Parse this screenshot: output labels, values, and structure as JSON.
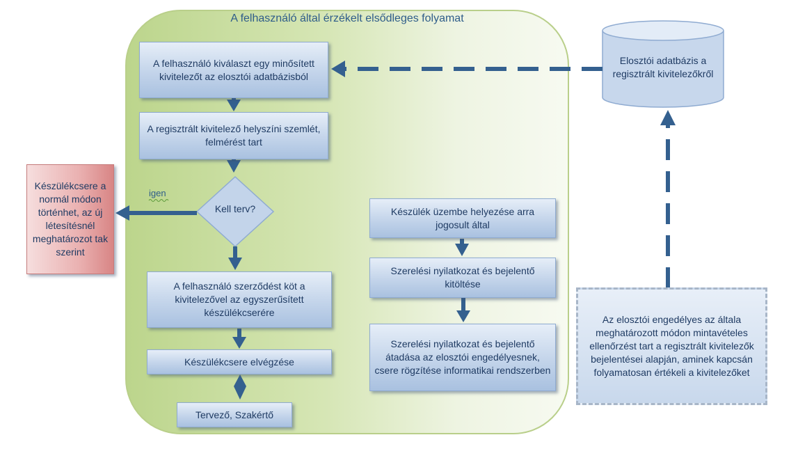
{
  "diagram": {
    "group_title": "A felhasználó által érzékelt elsődleges folyamat",
    "nodes": {
      "select_contractor": "A felhasználó kiválaszt egy minősített kivitelezőt az elosztói adatbázisból",
      "site_survey": "A regisztrált kivitelező helyszíni szemlét, felmérést tart",
      "decision": "Kell terv?",
      "decision_yes_label": "igen",
      "normal_replacement": "Készülékcsere a normál módon történhet, az új létesítésnél meghatározot tak szerint",
      "contract": "A felhasználó szerződést köt a kivitelezővel az egyszerűsített készülékcserére",
      "replacement_done": "Készülékcsere elvégzése",
      "designer_expert": "Tervező, Szakértő",
      "commissioning": "Készülék üzembe helyezése arra jogosult által",
      "fill_declaration": "Szerelési nyilatkozat és bejelentő kitöltése",
      "submit_declaration": "Szerelési nyilatkozat és bejelentő átadása az elosztói engedélyesnek, csere rögzítése informatikai rendszerben",
      "database": "Elosztói adatbázis a regisztrált kivitelezőkről",
      "sampling_check": "Az elosztói engedélyes az általa meghatározott módon mintavételes ellenőrzést tart a regisztrált kivitelezők bejelentései alapján, aminek kapcsán folyamatosan értékeli a kivitelezőket"
    },
    "colors": {
      "arrow": "#34608f",
      "box_text": "#1f3b63",
      "group_fill": "#bcd58c",
      "alt_box": "#e0a3a3"
    }
  }
}
